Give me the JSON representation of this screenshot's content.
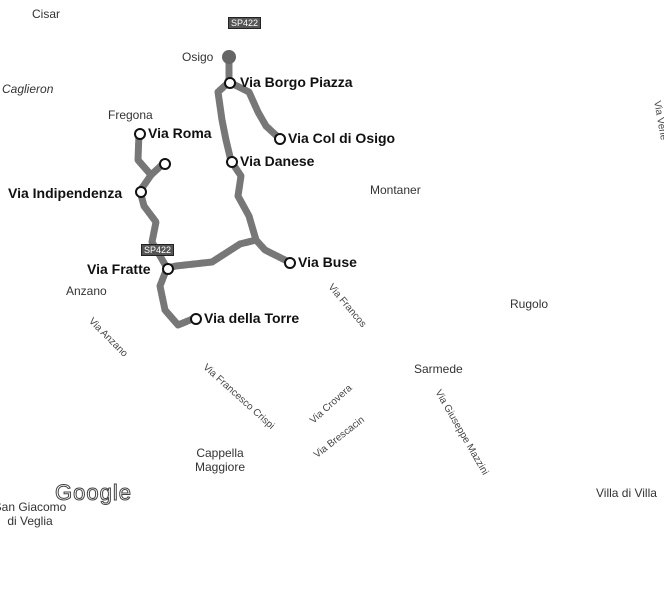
{
  "places": {
    "cisar": "Cisar",
    "osigo": "Osigo",
    "cagliron": "Caglieron",
    "fregona": "Fregona",
    "montaner": "Montaner",
    "anzano": "Anzano",
    "rugolo": "Rugolo",
    "sarmede": "Sarmede",
    "cappella": "Cappella Maggiore",
    "san_giacomo": "San Giacomo di Veglia",
    "villa": "Villa di Villa"
  },
  "stops": {
    "borgo_piazza": "Via Borgo Piazza",
    "col_di_osigo": "Via Col di Osigo",
    "roma": "Via Roma",
    "danese": "Via Danese",
    "indipendenza": "Via Indipendenza",
    "buse": "Via Buse",
    "fratte": "Via Fratte",
    "della_torre": "Via della Torre"
  },
  "streets": {
    "anzano": "Via Anzano",
    "francos": "Via Francos",
    "crispi": "Via Francesco Crispi",
    "crovera": "Via Crovera",
    "brescacin": "Via Brescacin",
    "mazzini": "Via Giuseppe Mazzini",
    "vene": "Via Vene"
  },
  "road_badges": [
    "SP422",
    "SP422"
  ],
  "logo": "Google",
  "colors": {
    "route": "#777777",
    "marker": "#111111"
  }
}
